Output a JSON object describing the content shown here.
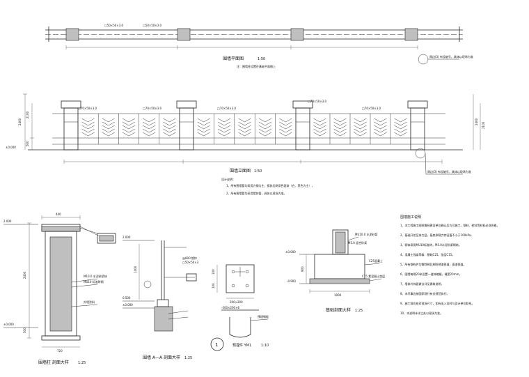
{
  "plan": {
    "title": "围墙平面图",
    "scale": "1:50",
    "note": "注：围墙柱设置在基础平面图上",
    "pipe_labels": [
      "□50×50×3.0",
      "□50×50×3.0"
    ],
    "callout": "周边(3) 布设轴号，具体以现场为准"
  },
  "elevation": {
    "title": "围墙立面图",
    "scale": "1:50",
    "notes_head": "设计说明：",
    "notes": [
      "1、所有围墙管均采用方钢为主，镀锌后刷深色面漆（白、黑色为主），",
      "2、所有围墙管均采用镀锌管，具体以现场为准。"
    ],
    "pipe_labels": [
      "□70×50×3.0",
      "□70×50×3.0",
      "□70×50×3.0",
      "□70×50×3.0",
      "□70×50×3.0"
    ],
    "dims": {
      "h_total": "2400",
      "h_pillar": "2100",
      "h_base": "500",
      "level": "±0.000"
    },
    "callout": "周边(3) 布设轴号，具体以现场为准"
  },
  "column": {
    "title": "围墙柱 剖面大样",
    "scale": "1:25",
    "dims": {
      "top": "2.000",
      "w": "440",
      "base": "±0.000",
      "h": "2400",
      "w_bottom": "720",
      "seg": "500"
    },
    "labels": [
      "M10.0 水泥砂浆抹",
      "MU10 标准砖砌",
      "外墙涂料"
    ]
  },
  "section_aa": {
    "title": "围墙 A—A 剖面大样",
    "scale": "1:25",
    "dims": {
      "top": "2.000",
      "mid": "0.500",
      "base": "±0.000",
      "h": "1400"
    },
    "labels": [
      "@800 镀锌",
      "□50×50×3"
    ]
  },
  "embed": {
    "title": "预埋件 YM1",
    "scale": "1:10",
    "number": "1",
    "dims": [
      "100",
      "100",
      "200×200",
      "-200×200×8"
    ],
    "label": "预埋钢板"
  },
  "foundation": {
    "title": "基础剖面大样",
    "scale": "1:25",
    "dims": {
      "top": "±0.000",
      "bottom": "-0.900",
      "w": "1000",
      "h": "900"
    },
    "labels": [
      "C25混凝土",
      "C15 素混凝土垫层",
      "MU10.0 水泥砂浆",
      "M5.0 混合砂浆"
    ]
  },
  "spec": {
    "title": "围墙施工说明",
    "items": [
      "1、本工程施工图纸需经建设单位确认后方可施工，钢材、砖料等材料必须合格。",
      "2、基础开挖至持力层，基底承载力特征值不小于100kPa。",
      "3、砌体采用MU10标准砖，M5.0水泥砂浆砌筑。",
      "4、混凝土强度等级：基础C25，垫层C15。",
      "5、所有钢构件均需除锈后刷防锈漆两道，面漆两道。",
      "6、围墙每隔20米设置一道伸缩缝，缝宽20mm。",
      "7、墙体外饰面做法详见建筑说明。",
      "8、未尽事宜按国家现行有关规范执行。",
      "9、施工前应核对现场尺寸，如有出入及时与设计单位联系。",
      "10、本说明未详之处以现场为准。"
    ]
  }
}
